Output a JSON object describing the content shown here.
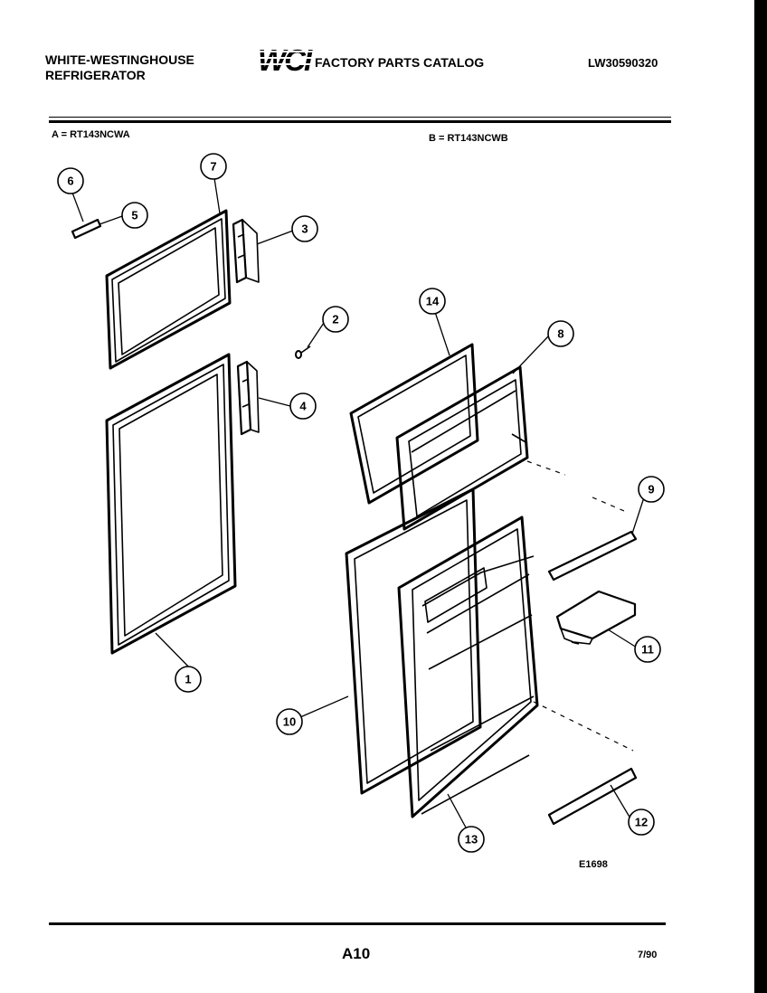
{
  "header": {
    "brand_line1": "WHITE-WESTINGHOUSE",
    "brand_line2": "REFRIGERATOR",
    "logo_text": "WCI",
    "catalog_title": "FACTORY PARTS CATALOG",
    "doc_number": "LW30590320"
  },
  "models": {
    "a": "A = RT143NCWA",
    "b": "B = RT143NCWB"
  },
  "diagram": {
    "figure_id": "E1698",
    "callouts": [
      "1",
      "2",
      "3",
      "4",
      "5",
      "6",
      "7",
      "8",
      "9",
      "10",
      "11",
      "12",
      "13",
      "14"
    ]
  },
  "footer": {
    "page": "A10",
    "date": "7/90"
  }
}
